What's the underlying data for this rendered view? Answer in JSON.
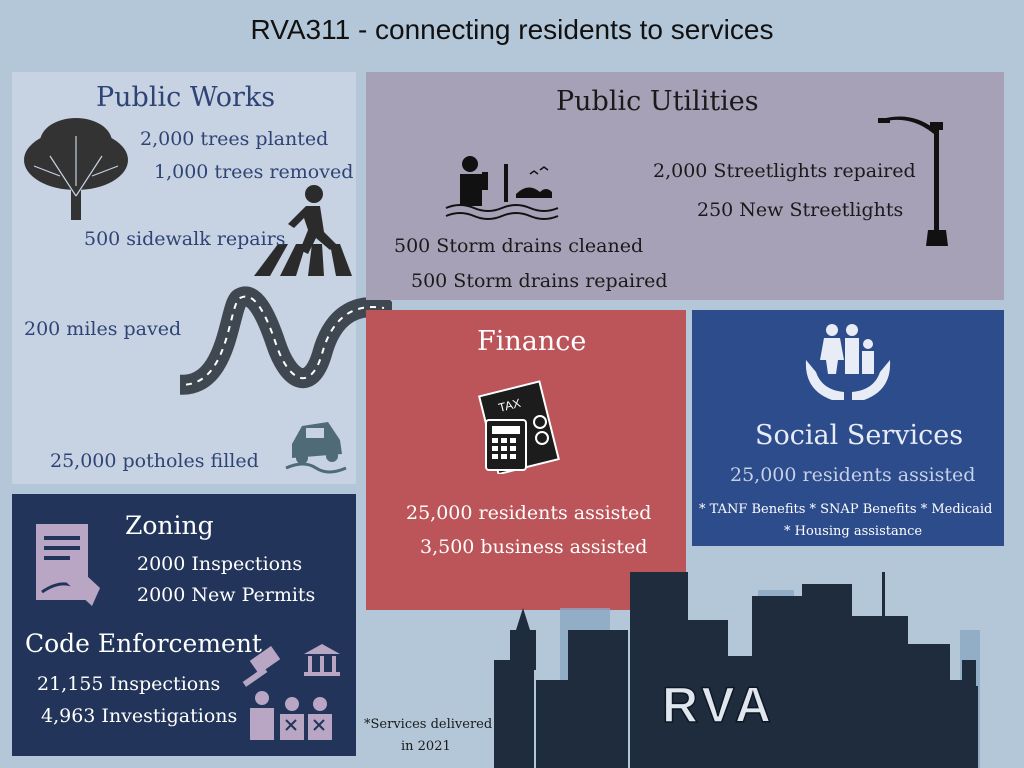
{
  "title": "RVA311 - connecting residents to services",
  "public_works": {
    "heading": "Public Works",
    "trees_planted": "2,000 trees planted",
    "trees_removed": "1,000 trees removed",
    "sidewalk": "500 sidewalk repairs",
    "paved": "200 miles paved",
    "potholes": "25,000 potholes filled"
  },
  "public_utilities": {
    "heading": "Public Utilities",
    "streetlights_repaired": "2,000 Streetlights repaired",
    "new_streetlights": "250 New Streetlights",
    "drains_cleaned": "500 Storm drains cleaned",
    "drains_repaired": "500 Storm drains repaired"
  },
  "finance": {
    "heading": "Finance",
    "residents": "25,000 residents assisted",
    "business": "3,500 business assisted",
    "tax_label": "TAX"
  },
  "social_services": {
    "heading": "Social Services",
    "residents": "25,000 residents assisted",
    "benefits_line1": "* TANF Benefits * SNAP Benefits *  Medicaid",
    "benefits_line2": "*  Housing assistance"
  },
  "zoning": {
    "heading": "Zoning",
    "inspections": "2000 Inspections",
    "permits": "2000 New Permits"
  },
  "code_enforcement": {
    "heading": "Code Enforcement",
    "inspections": "21,155 Inspections",
    "investigations": "4,963 Investigations"
  },
  "footnote": {
    "line1": "*Services delivered",
    "line2": "in 2021"
  },
  "skyline": {
    "label": "RVA"
  },
  "colors": {
    "background": "#b4c7d8",
    "public_works": "#c7d2e2",
    "public_utilities": "#a6a1b6",
    "finance": "#bc5559",
    "social_services": "#2c4c8c",
    "zoning": "#223459",
    "skyline": "#1f2c3d"
  }
}
